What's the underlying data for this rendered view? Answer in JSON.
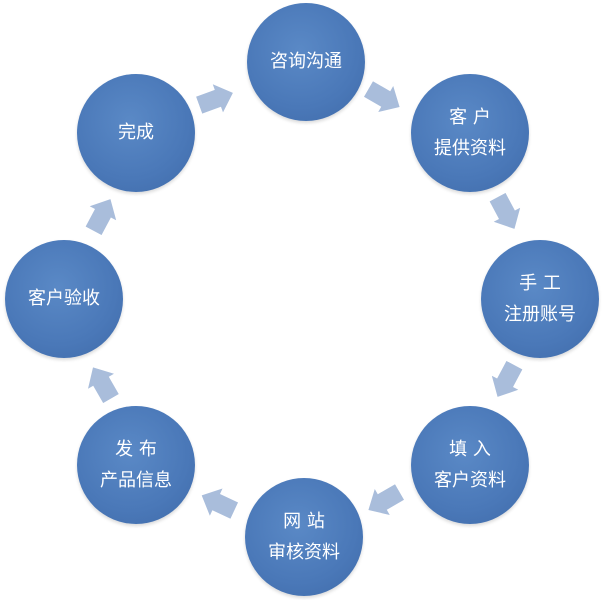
{
  "nodes": [
    {
      "lines": [
        "咨询沟通",
        ""
      ]
    },
    {
      "lines": [
        "客 户",
        "提供资料"
      ]
    },
    {
      "lines": [
        "手 工",
        "注册账号"
      ]
    },
    {
      "lines": [
        "填 入",
        "客户资料"
      ]
    },
    {
      "lines": [
        "网 站",
        "审核资料"
      ]
    },
    {
      "lines": [
        "发 布",
        "产品信息"
      ]
    },
    {
      "lines": [
        "客户验收",
        ""
      ]
    },
    {
      "lines": [
        "完成",
        ""
      ]
    }
  ],
  "colors": {
    "node": "#4a78b8",
    "arrow": "#a9bddb",
    "text": "#ffffff"
  }
}
